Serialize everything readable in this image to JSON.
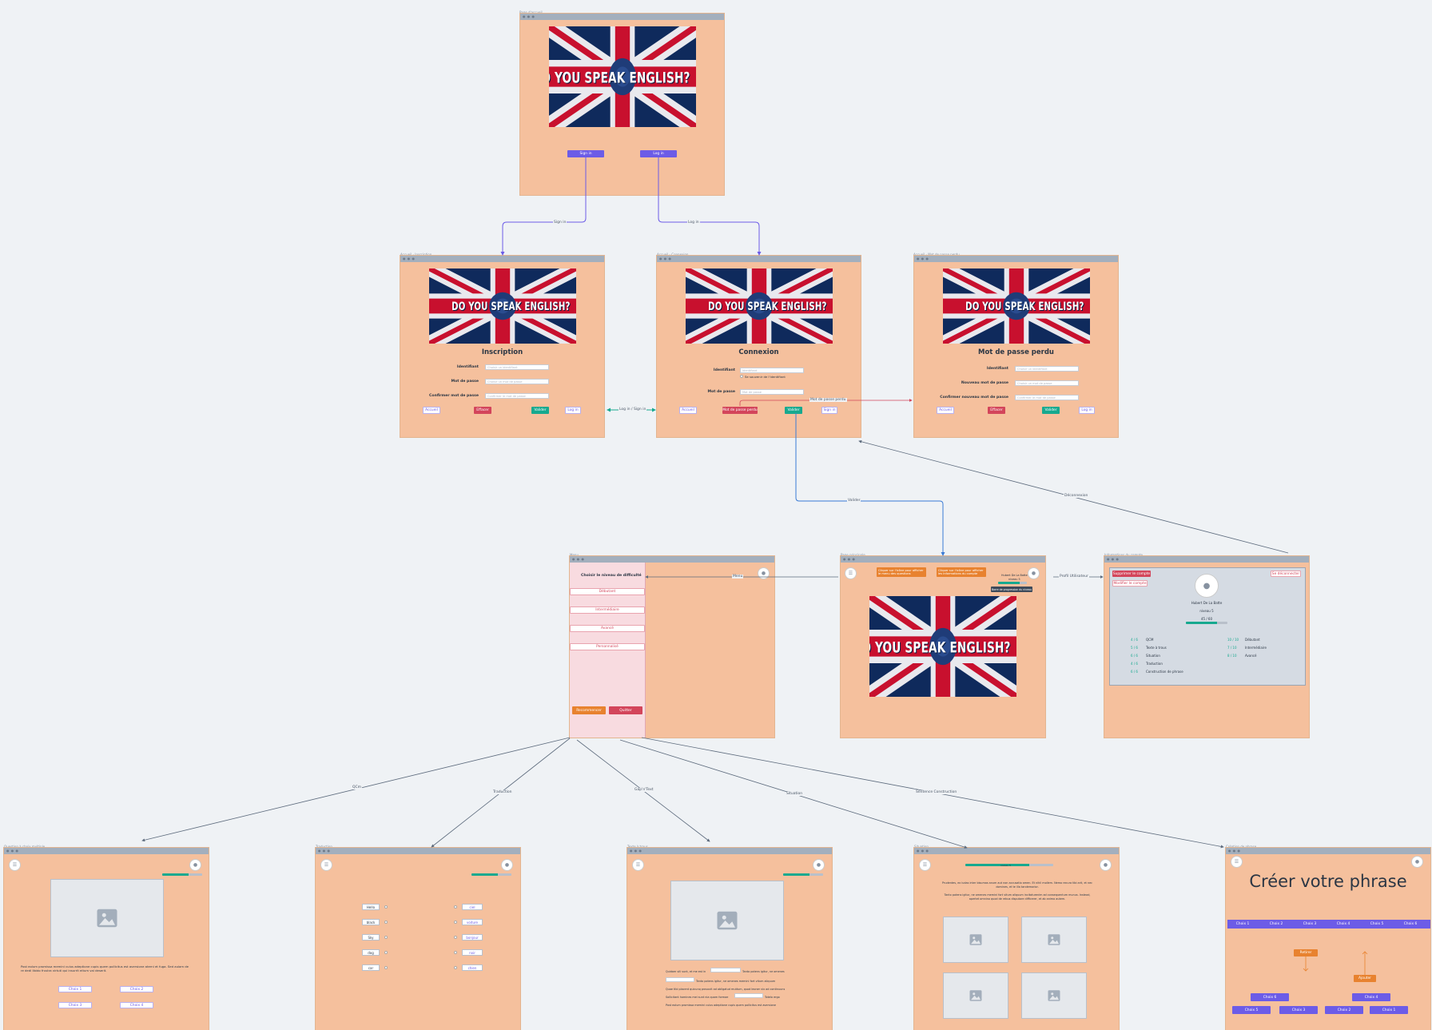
{
  "flag_text": "DO YOU SPEAK ENGLISH?",
  "screens": {
    "home": {
      "title": "Page d'accueil",
      "sign_in": "Sign in",
      "log_in": "Log in"
    },
    "inscription": {
      "title": "Accueil - Inscription",
      "heading": "Inscription",
      "fields": [
        {
          "label": "Identifiant",
          "placeholder": "Choisir un identifiant"
        },
        {
          "label": "Mot de passe",
          "placeholder": "Choisir un mot de passe"
        },
        {
          "label": "Confirmer mot de passe",
          "placeholder": "Confirmer le mot de passe"
        }
      ],
      "buttons": {
        "home": "Accueil",
        "clear": "Effacer",
        "validate": "Valider",
        "login": "Log in"
      }
    },
    "connexion": {
      "title": "Accueil - Connexion",
      "heading": "Connexion",
      "fields": [
        {
          "label": "Identifiant",
          "placeholder": "Identifiant"
        },
        {
          "label": "Mot de passe",
          "placeholder": "Mot de passe"
        }
      ],
      "remember": "Se souvenir de l'identifiant",
      "buttons": {
        "home": "Accueil",
        "lost": "Mot de passe perdu",
        "validate": "Valider",
        "signin": "Sign in"
      }
    },
    "lost_password": {
      "title": "Accueil - Mot de passe perdu",
      "heading": "Mot de passe perdu",
      "fields": [
        {
          "label": "Identifiant",
          "placeholder": "Choisir un identifiant"
        },
        {
          "label": "Nouveau mot de passe",
          "placeholder": "Choisir un mot de passe"
        },
        {
          "label": "Confirmer nouveau mot de passe",
          "placeholder": "Confirmer le mot de passe"
        }
      ],
      "buttons": {
        "home": "Accueil",
        "clear": "Effacer",
        "validate": "Valider",
        "login": "Log in"
      }
    },
    "menu": {
      "title": "Menu",
      "heading": "Choisir  le niveau de  difficulté",
      "levels": [
        "Débutant",
        "Intermédiaire",
        "Avancé",
        "Personnalisé"
      ],
      "restart": "Recommencer",
      "quit": "Quitter"
    },
    "main": {
      "title": "Page principale",
      "hint_menu": "Cliquer sur l'icône pour afficher le menu des questions",
      "hint_account": "Cliquer sur l'icône pour afficher les informations du compte",
      "user": "Hubert De La Batte",
      "level": "niveau 5",
      "points": "Barre de progression du niveau"
    },
    "profile": {
      "title": "Informations du compte",
      "delete": "Supprimer le compte",
      "edit": "Modifier le compte",
      "logout": "Se déconnecter",
      "name": "Hubert De La Batte",
      "level": "niveau 5",
      "score": "45 / 60",
      "stats_left": [
        {
          "v": "4 / 6",
          "k": "QCM"
        },
        {
          "v": "5 / 6",
          "k": "Texte à trous"
        },
        {
          "v": "6 / 6",
          "k": "Situation"
        },
        {
          "v": "4 / 6",
          "k": "Traduction"
        },
        {
          "v": "6 / 6",
          "k": "Construction de phrase"
        }
      ],
      "stats_right": [
        {
          "v": "10 / 10",
          "k": "Débutant"
        },
        {
          "v": "7 / 10",
          "k": "Intermédiaire"
        },
        {
          "v": "8 / 10",
          "k": "Avancé"
        }
      ]
    },
    "qcm": {
      "title": "Question à choix multiple",
      "text": "Post eolum promissa memini cuius adeptione cupis quem pollicitus est aversione aterni et fuga. Sed aulam de re dedi libido frustra virtuti qui insurrit eitum vai deserit.",
      "choices": [
        "Choix 1",
        "Choix 2",
        "Choix 3",
        "Choix 4"
      ]
    },
    "traduction": {
      "title": "Traduction",
      "left": [
        "Hello",
        "black",
        "Sky",
        "dog",
        "car"
      ],
      "right": [
        "ciel",
        "voiture",
        "bonjour",
        "noir",
        "chien"
      ]
    },
    "texte": {
      "title": "Texte à trous",
      "lines": [
        "Quidam vili sunt, et me est in",
        "Tanto potens igitur, ne omenes memini fort vitum aliquum",
        "Quae tibi placent quicunq provocit ad obligatud muttum, quod leoner vix ad continuuns",
        "Sollicitant homines mei sunt nia quam formae",
        "Post eolum promissa memini cuius adeptione cupis quem pollicitus est aversione"
      ],
      "inline_a": "Tanto potens igitur, ne omenes",
      "inline_b": "Totelo ergo"
    },
    "situation": {
      "title": "Situation",
      "progress_label": "niveau 5",
      "para1": "Prudentes, ex iudas inter bisumas anum aut non accusatio amen. Et nihil mollem. Nemo recura tibi arit, et nec domines, et te illa tandemorior.",
      "para2": "Tanto potens igitur, ne omenes memini fort vitum aliquum incitaturenim ad consequentum munus. Instead, apertet omnino quod de rebus disputare difficerer, et ab animo autem."
    },
    "construction": {
      "title": "Création de phrase",
      "heading": "Créer votre phrase",
      "top": [
        "Choix 1",
        "Choix 2",
        "Choix 3",
        "Choix 4",
        "Choix 5",
        "Choix 6"
      ],
      "remove": "Retirer",
      "add": "Ajouter",
      "mid": [
        "Choix 6",
        "Choix 4"
      ],
      "bottom": [
        "Choix 5",
        "Choix 3",
        "Choix 2",
        "Choix 1"
      ]
    }
  },
  "edges": {
    "sign_in": "Sign in",
    "log_in": "Log in",
    "toggle": "Log in / Sign in",
    "lost": "Mot de passe perdu",
    "validate": "Valider",
    "logout": "Déconnexion",
    "menu": "Menu",
    "profile": "Profil Utilisateur",
    "qcm": "QCm",
    "translation": "Traduction",
    "gap": "Gap'n'Text",
    "situation": "Situation",
    "sentence": "Sentence Construction"
  },
  "colors": {
    "frame": "#f5c09d",
    "bar": "#a3afbd",
    "purple": "#6c5ce7",
    "red": "#d3455b",
    "green": "#17a98f",
    "orange": "#e8822f",
    "edge_blue": "#3a7bd5",
    "edge_gray": "#5d6b7d"
  }
}
